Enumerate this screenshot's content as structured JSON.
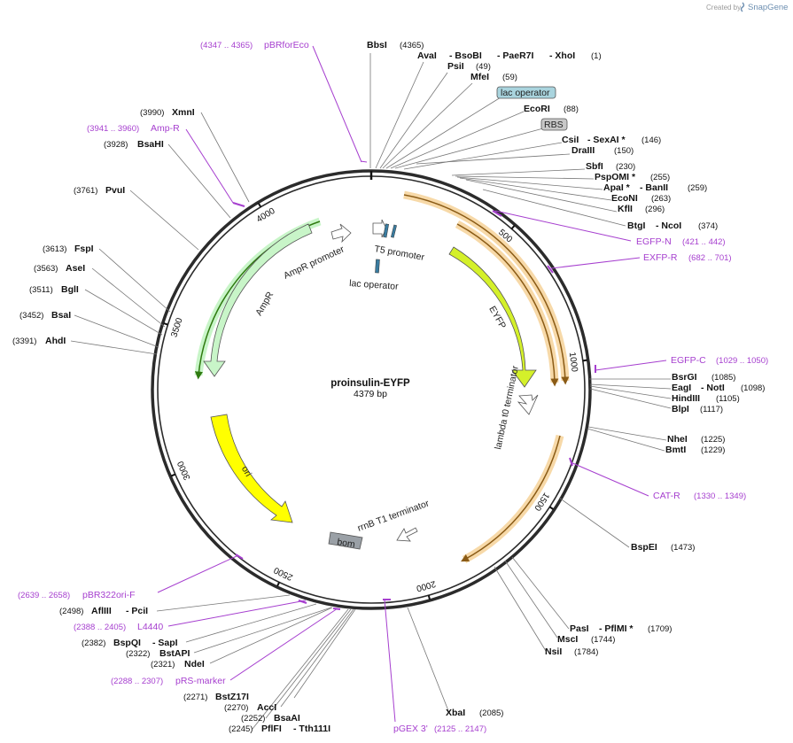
{
  "header": {
    "created_by": "Created by",
    "brand": "SnapGene"
  },
  "plasmid": {
    "name": "proinsulin-EYFP",
    "size_label": "4379 bp",
    "length": 4379
  },
  "ticks": [
    "500",
    "1000",
    "1500",
    "2000",
    "2500",
    "3000",
    "3500",
    "4000"
  ],
  "enzymes": [
    {
      "name": "BbsI",
      "pos": "(4365)"
    },
    {
      "name": "AvaI",
      "pos": ""
    },
    {
      "name": "- BsoBI",
      "pos": ""
    },
    {
      "name": "- PaeR7I",
      "pos": ""
    },
    {
      "name": "- XhoI",
      "pos": "(1)"
    },
    {
      "name": "PsiI",
      "pos": "(49)"
    },
    {
      "name": "MfeI",
      "pos": "(59)"
    },
    {
      "name": "EcoRI",
      "pos": "(88)"
    },
    {
      "name": "CsiI",
      "pos": ""
    },
    {
      "name": "- SexAI *",
      "pos": "(146)"
    },
    {
      "name": "DraIII",
      "pos": "(150)"
    },
    {
      "name": "SbfI",
      "pos": "(230)"
    },
    {
      "name": "PspOMI *",
      "pos": "(255)"
    },
    {
      "name": "ApaI *",
      "pos": ""
    },
    {
      "name": "- BanII",
      "pos": "(259)"
    },
    {
      "name": "EcoNI",
      "pos": "(263)"
    },
    {
      "name": "KflI",
      "pos": "(296)"
    },
    {
      "name": "BtgI",
      "pos": ""
    },
    {
      "name": "- NcoI",
      "pos": "(374)"
    },
    {
      "name": "BsrGI",
      "pos": "(1085)"
    },
    {
      "name": "EagI",
      "pos": ""
    },
    {
      "name": "- NotI",
      "pos": "(1098)"
    },
    {
      "name": "HindIII",
      "pos": "(1105)"
    },
    {
      "name": "BlpI",
      "pos": "(1117)"
    },
    {
      "name": "NheI",
      "pos": "(1225)"
    },
    {
      "name": "BmtI",
      "pos": "(1229)"
    },
    {
      "name": "BspEI",
      "pos": "(1473)"
    },
    {
      "name": "PasI",
      "pos": ""
    },
    {
      "name": "- PflMI *",
      "pos": "(1709)"
    },
    {
      "name": "MscI",
      "pos": "(1744)"
    },
    {
      "name": "NsiI",
      "pos": "(1784)"
    },
    {
      "name": "XbaI",
      "pos": "(2085)"
    },
    {
      "name": "BstZ17I",
      "pos": "(2271)"
    },
    {
      "name": "AccI",
      "pos": "(2270)"
    },
    {
      "name": "BsaAI",
      "pos": "(2252)"
    },
    {
      "name": "PflFI",
      "pos": "(2245)"
    },
    {
      "name": "- Tth111I",
      "pos": ""
    },
    {
      "name": "NdeI",
      "pos": "(2321)"
    },
    {
      "name": "BstAPI",
      "pos": "(2322)"
    },
    {
      "name": "BspQI",
      "pos": "(2382)"
    },
    {
      "name": "- SapI",
      "pos": ""
    },
    {
      "name": "AflIII",
      "pos": "(2498)"
    },
    {
      "name": "- PciI",
      "pos": ""
    },
    {
      "name": "AhdI",
      "pos": "(3391)"
    },
    {
      "name": "BsaI",
      "pos": "(3452)"
    },
    {
      "name": "BglI",
      "pos": "(3511)"
    },
    {
      "name": "AseI",
      "pos": "(3563)"
    },
    {
      "name": "FspI",
      "pos": "(3613)"
    },
    {
      "name": "PvuI",
      "pos": "(3761)"
    },
    {
      "name": "BsaHI",
      "pos": "(3928)"
    },
    {
      "name": "XmnI",
      "pos": "(3990)"
    }
  ],
  "primers": [
    {
      "name": "pBRforEco",
      "range": "(4347 .. 4365)"
    },
    {
      "name": "Amp-R",
      "range": "(3941 .. 3960)"
    },
    {
      "name": "EGFP-N",
      "range": "(421 .. 442)"
    },
    {
      "name": "EXFP-R",
      "range": "(682 .. 701)"
    },
    {
      "name": "EGFP-C",
      "range": "(1029 .. 1050)"
    },
    {
      "name": "CAT-R",
      "range": "(1330 .. 1349)"
    },
    {
      "name": "pBR322ori-F",
      "range": "(2639 .. 2658)"
    },
    {
      "name": "L4440",
      "range": "(2388 .. 2405)"
    },
    {
      "name": "pRS-marker",
      "range": "(2288 .. 2307)"
    },
    {
      "name": "pGEX 3'",
      "range": "(2125 .. 2147)"
    }
  ],
  "features": [
    {
      "name": "lac operator"
    },
    {
      "name": "RBS"
    },
    {
      "name": "T5 promoter"
    },
    {
      "name": "lac operator"
    },
    {
      "name": "EYFP"
    },
    {
      "name": "lambda t0 terminator"
    },
    {
      "name": "rrnB T1 terminator"
    },
    {
      "name": "bom"
    },
    {
      "name": "ori"
    },
    {
      "name": "AmpR"
    },
    {
      "name": "AmpR promoter"
    }
  ],
  "colors": {
    "backbone": "#2b2b2b",
    "primer": "#a63fcf",
    "eyfp": "#d4f02a",
    "ori": "#ffff00",
    "ampr": "#c8f5c8",
    "orf_highlight": "#f7d9a8",
    "orf_line": "#8a5b16",
    "ampr_orf_line": "#2f7a10",
    "lac_operator_box": "#a9d4de",
    "rbs_box": "#c8c8c8",
    "bom_box": "#9aa0a6"
  }
}
